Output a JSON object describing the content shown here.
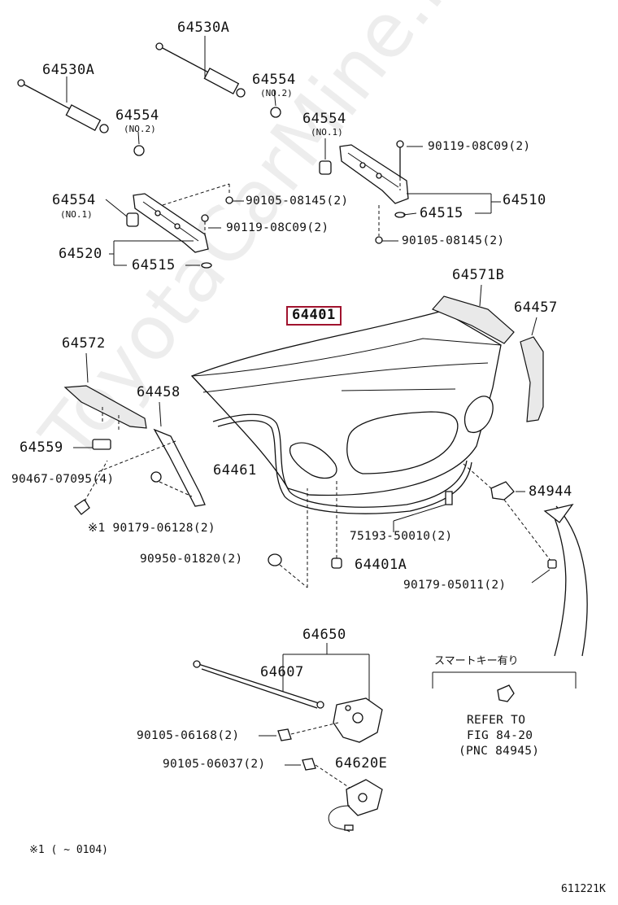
{
  "diagram": {
    "watermark": "ToyotaCarMine.ru",
    "footer_note": "※1 (      ~ 0104)",
    "figure_id": "611221K",
    "labels": {
      "p64530A_top": "64530A",
      "p64530A_left": "64530A",
      "p64554_mid": "64554",
      "p64554_mid_sub": "(NO.2)",
      "p64554_left": "64554",
      "p64554_left_sub": "(NO.2)",
      "p64554_right": "64554",
      "p64554_right_sub": "(NO.1)",
      "p90119_top": "90119-08C09(2)",
      "p64554_far": "64554",
      "p64554_far_sub": "(NO.1)",
      "p90105_08145_a": "90105-08145(2)",
      "p64510": "64510",
      "p64515_right": "64515",
      "p90119_mid": "90119-08C09(2)",
      "p90105_08145_b": "90105-08145(2)",
      "p64520": "64520",
      "p64515_left": "64515",
      "p64571B": "64571B",
      "p64401": "64401",
      "p64457": "64457",
      "p64572": "64572",
      "p64458": "64458",
      "p64559": "64559",
      "p64461": "64461",
      "p90467": "90467-07095(4)",
      "p84944": "84944",
      "p90179_06128": "※1 90179-06128(2)",
      "p75193": "75193-50010(2)",
      "p90950": "90950-01820(2)",
      "p64401A": "64401A",
      "p90179_05011": "90179-05011(2)",
      "p64650": "64650",
      "smart_key": "スマートキー有り",
      "p64607": "64607",
      "refer_1": "REFER TO",
      "refer_2": "FIG 84-20",
      "refer_3": "(PNC 84945)",
      "p90105_06168": "90105-06168(2)",
      "p90105_06037": "90105-06037(2)",
      "p64620E": "64620E"
    }
  }
}
